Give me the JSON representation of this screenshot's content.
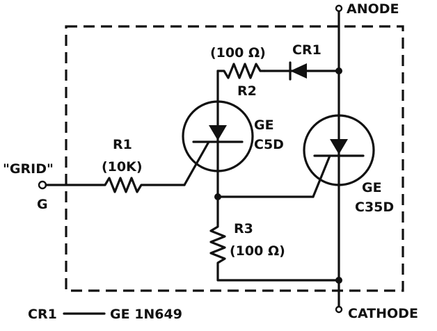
{
  "terminals": {
    "anode": "ANODE",
    "cathode": "CATHODE",
    "grid_name": "\"GRID\"",
    "grid_letter": "G"
  },
  "components": {
    "cr1_label": "CR1",
    "r1": {
      "name": "R1",
      "value": "(10K)"
    },
    "r2": {
      "name": "R2",
      "value": "(100 Ω)"
    },
    "r3": {
      "name": "R3",
      "value": "(100 Ω)"
    },
    "scr_small": {
      "maker": "GE",
      "model": "C5D"
    },
    "scr_large": {
      "maker": "GE",
      "model": "C35D"
    }
  },
  "legend": {
    "part": "CR1",
    "description": "GE 1N649"
  }
}
